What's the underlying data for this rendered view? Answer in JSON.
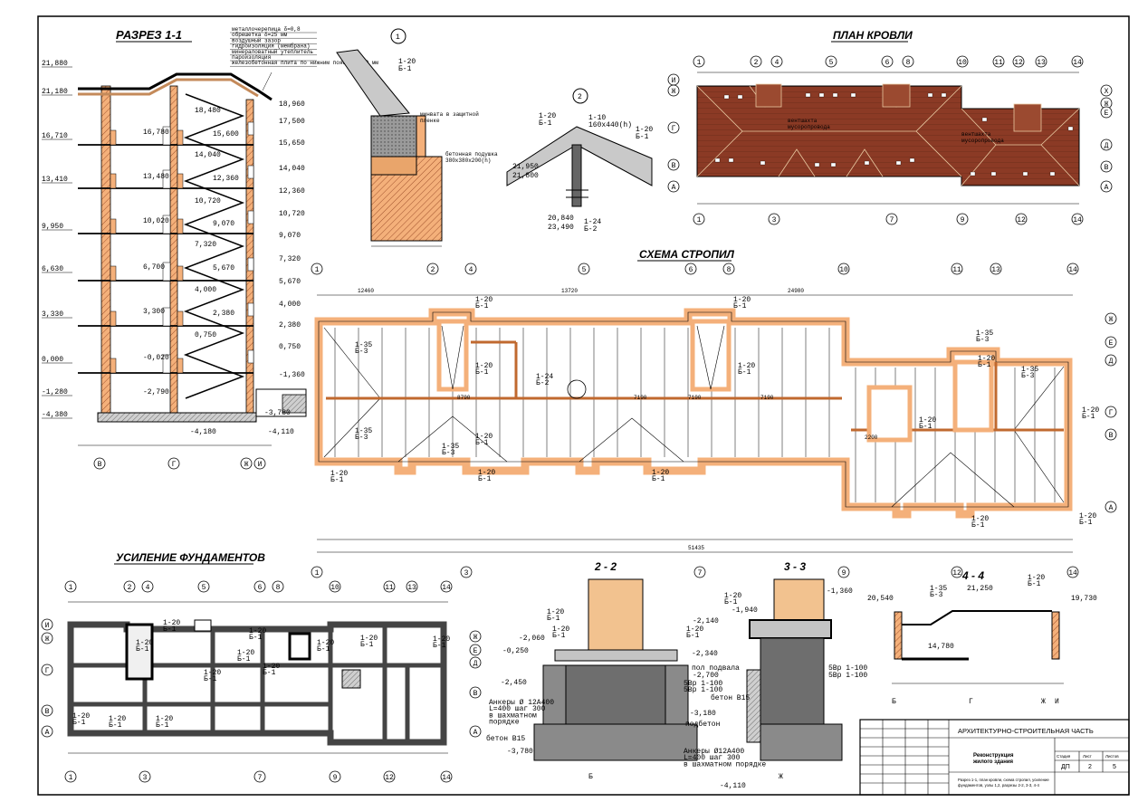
{
  "titles": {
    "section": "РАЗРЕЗ   1-1",
    "roof_plan": "ПЛАН  КРОВЛИ",
    "rafters": "СХЕМА   СТРОПИЛ",
    "foundations": "УСИЛЕНИЕ   ФУНДАМЕНТОВ",
    "sec22": "2 - 2",
    "sec33": "3 - 3",
    "sec44": "4 - 4",
    "node1": "1",
    "node2": "2"
  },
  "section_levels_left": [
    "21,880",
    "21,180",
    "16,710",
    "13,410",
    "9,950",
    "6,630",
    "3,330",
    "0,000",
    "-1,280",
    "-4,380"
  ],
  "section_levels_right": [
    "18,960",
    "17,500",
    "15,650",
    "14,040",
    "12,360",
    "10,720",
    "9,070",
    "7,320",
    "5,670",
    "4,000",
    "2,380",
    "0,750",
    "-1,360"
  ],
  "section_floor_marks": [
    "16,780",
    "13,480",
    "10,020",
    "6,700",
    "3,300",
    "-0,020",
    "-2,790"
  ],
  "section_stair_marks": [
    "18,480",
    "15,600",
    "14,040",
    "12,360",
    "10,720",
    "9,070",
    "7,320",
    "5,670",
    "4,000",
    "2,380",
    "0,750"
  ],
  "section_axes": [
    "В",
    "Г",
    "Ж",
    "И"
  ],
  "section_bottom_marks": [
    "-4,180",
    "-4,110",
    "-3,780"
  ],
  "roof_legend": [
    "металлочерепица  δ=0,8",
    "обрешетка  δ=25 мм",
    "воздушный зазор",
    "гидроизоляция (мембрана)",
    "минераловатный утеплитель",
    "пароизоляция",
    "железобетонная плита по нижним поясам δ=80 мм"
  ],
  "node1_labels": {
    "rafter": "1-20\nБ-1",
    "wool": "минвата в защитной\nпленке",
    "beam": "бетонная подушка\n380х380х200(h)"
  },
  "node2_labels": {
    "left": "1-20\nБ-1",
    "bar": "1-10\n160х440(h)",
    "right": "1-20\nБ-1",
    "lev1": "21,950",
    "lev2": "21,800",
    "lev3": "20,840",
    "lev4": "23,490",
    "post": "1-24\nБ-2"
  },
  "roof_plan_axes_top": [
    "1",
    "2",
    "4",
    "5",
    "6",
    "8",
    "10",
    "11",
    "12",
    "13",
    "14"
  ],
  "roof_plan_axes_bottom": [
    "1",
    "3",
    "7",
    "9",
    "12",
    "14"
  ],
  "roof_plan_axes_left": [
    "И",
    "Ж",
    "Г",
    "В",
    "А"
  ],
  "roof_plan_axes_right": [
    "Х",
    "Ж",
    "Е",
    "Д",
    "В",
    "А"
  ],
  "roof_plan_notes": [
    "вентшахта мусоропровода",
    "вентшахта мусоропровода"
  ],
  "rafter_axes_top": [
    "1",
    "2",
    "4",
    "5",
    "6",
    "8",
    "10",
    "11",
    "13",
    "14"
  ],
  "rafter_axes_bottom": [
    "1",
    "3",
    "7",
    "9",
    "12",
    "14"
  ],
  "rafter_axes_right": [
    "Ж",
    "Е",
    "Д",
    "В",
    "Г",
    "А"
  ],
  "rafter_marks": [
    "1-20\nБ-1",
    "1-35\nБ-3",
    "1-20\nБ-1",
    "1-24\nБ-2",
    "1-20\nБ-1",
    "1-35\nБ-3",
    "1-35\nБ-3",
    "1-20\nБ-1",
    "1-35\nБ-3",
    "1-20\nБ-1",
    "1-20\nБ-1",
    "1-20\nБ-1",
    "1-20\nБ-1",
    "1-35\nБ-3",
    "1-20\nБ-1",
    "1-20\nБ-1",
    "1-20\nБ-1",
    "1-20\nБ-1",
    "1-20\nБ-1"
  ],
  "rafter_dims": [
    "12460",
    "13720",
    "24980",
    "51435",
    "8790",
    "7190",
    "7190",
    "7190",
    "2200"
  ],
  "fdn_axes_top": [
    "1",
    "2",
    "4",
    "5",
    "6",
    "8",
    "10",
    "11",
    "13",
    "14"
  ],
  "fdn_axes_bottom": [
    "1",
    "3",
    "7",
    "9",
    "12",
    "14"
  ],
  "fdn_axes_left": [
    "И",
    "Ж",
    "Г",
    "В",
    "А"
  ],
  "fdn_axes_right": [
    "Ж",
    "Е",
    "Д",
    "В",
    "А"
  ],
  "fdn_marks": [
    "1-20\nБ-1",
    "1-20\nБ-1",
    "1-20\nБ-1",
    "1-20\nБ-1",
    "1-20\nБ-1",
    "1-20\nБ-1",
    "1-20\nБ-1",
    "1-20\nБ-1",
    "1-20\nБ-1",
    "1-20\nБ-1",
    "1-20\nБ-1",
    "1-20\nБ-1"
  ],
  "sec22_marks": [
    "1-20\nБ-1",
    "1-20\nБ-1",
    "1-20\nБ-1",
    "-0,250",
    "-2,060",
    "-2,450",
    "-3,780",
    "Анкеры Ø 12А400\nL=400  шаг 300\nв шахматном\nпорядке",
    "бетон В15",
    "Анкеры Ø12А400\nL=400  шаг 300\nв шахматном порядке",
    "5Вр  1-100\n5Вр  1-100",
    "Б",
    "Ж"
  ],
  "sec33_marks": [
    "-1,360",
    "1-20\nБ-1",
    "-1,940",
    "-2,140",
    "-2,340",
    "-2,700",
    "пол подвала",
    "-3,180",
    "подбетон",
    "5Вр  1-100",
    "5Вр  1-100",
    "бетон В15",
    "-4,110"
  ],
  "sec44_marks": [
    "20,540",
    "1-35\nБ-3",
    "21,250",
    "1-20\nБ-1",
    "19,730",
    "14,780",
    "Б",
    "Г",
    "Ж",
    "И"
  ],
  "title_block": {
    "part": "АРХИТЕКТУРНО-СТРОИТЕЛЬНАЯ ЧАСТЬ",
    "name": "Реконструкция\nжилого здания",
    "col1": "Стадия",
    "col2": "Лист",
    "col3": "Листов",
    "stage": "ДП",
    "sheet": "2",
    "sheets": "5",
    "content": "Разрез 1-1, план кровли, схема стропил, усиление фундаментов, узлы 1,2, разрезы 2-2, 3-3, 4-4"
  }
}
